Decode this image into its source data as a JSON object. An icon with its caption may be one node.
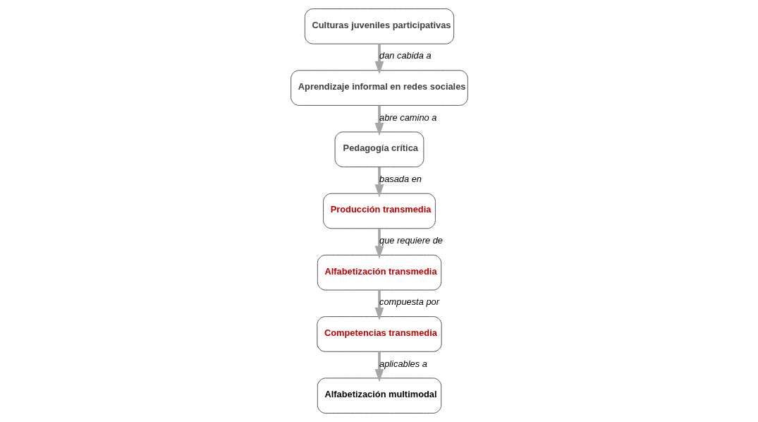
{
  "diagram": {
    "nodes": [
      {
        "text": [
          "Culturas juveniles participativas"
        ]
      },
      {
        "text": [
          "Aprendizaje informal en redes sociales"
        ]
      },
      {
        "text": [
          "Pedagogía crítica"
        ]
      },
      {
        "text": [
          "Producción transmedia"
        ]
      },
      {
        "text": [
          "Alfabetización transmedia"
        ]
      },
      {
        "text": [
          "Competencias transmedia"
        ]
      },
      {
        "text": [
          "Alfabetización multimodal"
        ]
      }
    ],
    "edges": [
      {
        "from": 0,
        "to": 1,
        "arrow": "to",
        "label": "dan cabida a"
      },
      {
        "from": 1,
        "to": 2,
        "arrow": "to",
        "label": "abre camino a"
      },
      {
        "from": 2,
        "to": 3,
        "arrow": "to",
        "label": "basada en"
      },
      {
        "from": 3,
        "to": 4,
        "arrow": "to",
        "label": "que requiere de"
      },
      {
        "from": 4,
        "to": 5,
        "arrow": "to",
        "label": "compuesta por"
      },
      {
        "from": 5,
        "to": 6,
        "arrow": "to",
        "label": "aplicables a"
      }
    ]
  }
}
